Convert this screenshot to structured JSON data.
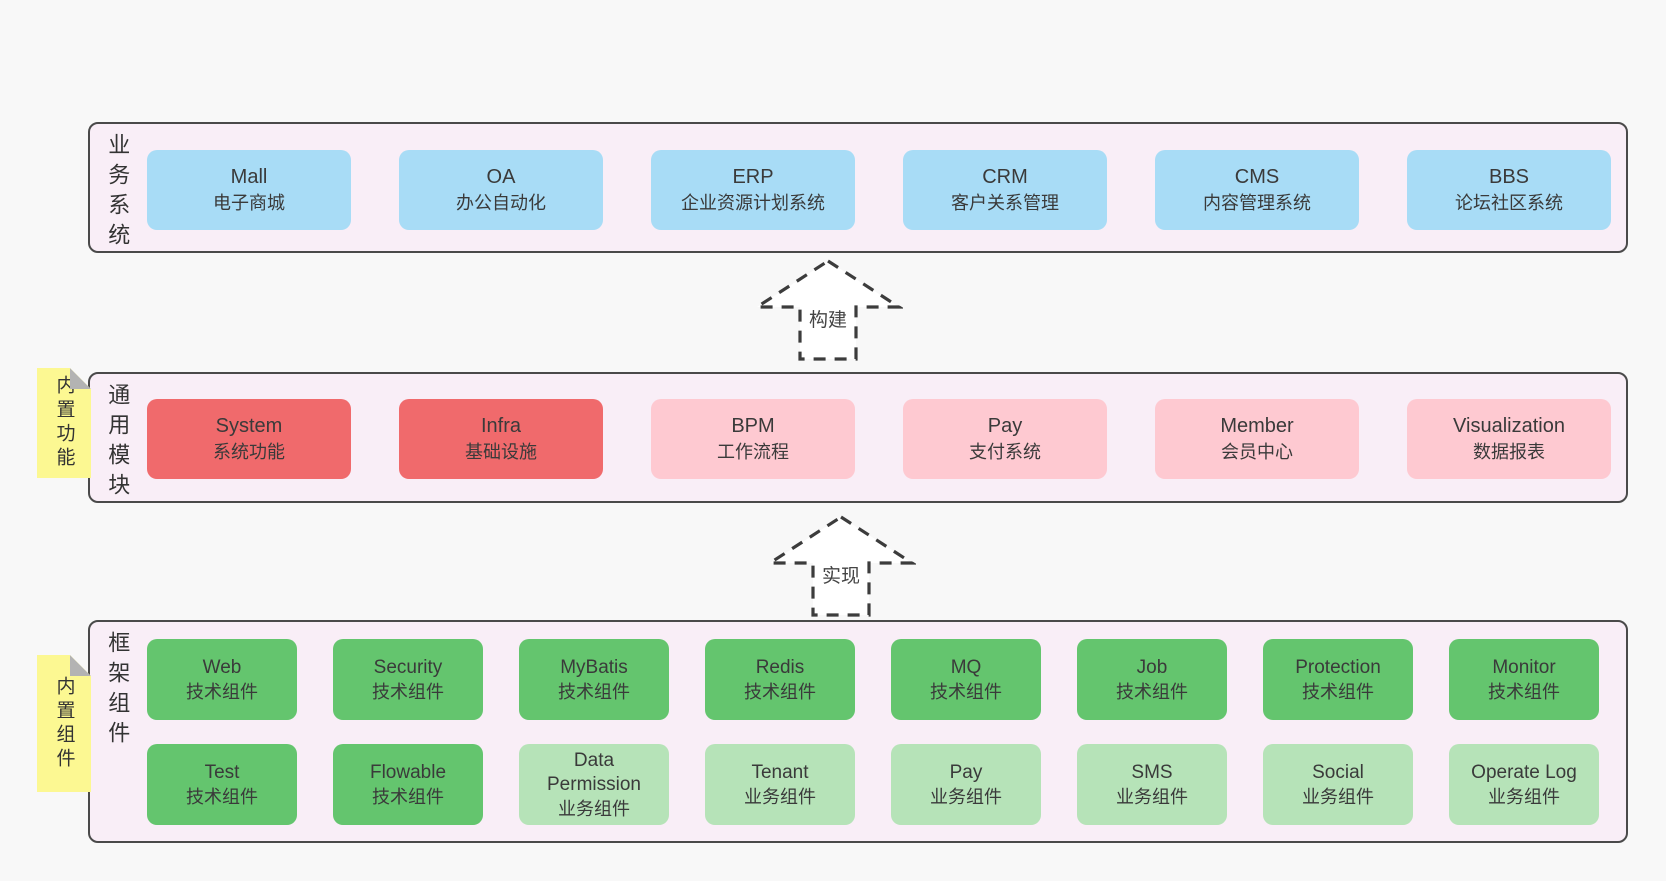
{
  "colors": {
    "page_bg": "#f8f8f8",
    "panel_bg": "#f9eef7",
    "panel_border": "#4a4a4a",
    "box_blue": "#a8dcf6",
    "box_red": "#f06a6c",
    "box_pink": "#fec9d1",
    "box_green": "#64c56e",
    "box_green_light": "#b6e3b8",
    "sticky_yellow": "#fcf892",
    "fold_gray": "#b3b3b3",
    "arrow_stroke": "#3c3c3c",
    "text_dark": "#3a3a3a"
  },
  "arrows": [
    {
      "label": "构建"
    },
    {
      "label": "实现"
    }
  ],
  "panels": [
    {
      "label": "业务系统",
      "boxes": [
        {
          "en": "Mall",
          "zh": "电子商城"
        },
        {
          "en": "OA",
          "zh": "办公自动化"
        },
        {
          "en": "ERP",
          "zh": "企业资源计划系统"
        },
        {
          "en": "CRM",
          "zh": "客户关系管理"
        },
        {
          "en": "CMS",
          "zh": "内容管理系统"
        },
        {
          "en": "BBS",
          "zh": "论坛社区系统"
        }
      ]
    },
    {
      "label": "通用模块",
      "sticky": "内置功能",
      "boxes": [
        {
          "en": "System",
          "zh": "系统功能"
        },
        {
          "en": "Infra",
          "zh": "基础设施"
        },
        {
          "en": "BPM",
          "zh": "工作流程"
        },
        {
          "en": "Pay",
          "zh": "支付系统"
        },
        {
          "en": "Member",
          "zh": "会员中心"
        },
        {
          "en": "Visualization",
          "zh": "数据报表"
        }
      ]
    },
    {
      "label": "框架组件",
      "sticky": "内置组件",
      "rows": [
        [
          {
            "en": "Web",
            "zh": "技术组件"
          },
          {
            "en": "Security",
            "zh": "技术组件"
          },
          {
            "en": "MyBatis",
            "zh": "技术组件"
          },
          {
            "en": "Redis",
            "zh": "技术组件"
          },
          {
            "en": "MQ",
            "zh": "技术组件"
          },
          {
            "en": "Job",
            "zh": "技术组件"
          },
          {
            "en": "Protection",
            "zh": "技术组件"
          },
          {
            "en": "Monitor",
            "zh": "技术组件"
          }
        ],
        [
          {
            "en": "Test",
            "zh": "技术组件"
          },
          {
            "en": "Flowable",
            "zh": "技术组件"
          },
          {
            "en": "Data Permission",
            "zh": "业务组件"
          },
          {
            "en": "Tenant",
            "zh": "业务组件"
          },
          {
            "en": "Pay",
            "zh": "业务组件"
          },
          {
            "en": "SMS",
            "zh": "业务组件"
          },
          {
            "en": "Social",
            "zh": "业务组件"
          },
          {
            "en": "Operate Log",
            "zh": "业务组件"
          }
        ]
      ]
    }
  ]
}
